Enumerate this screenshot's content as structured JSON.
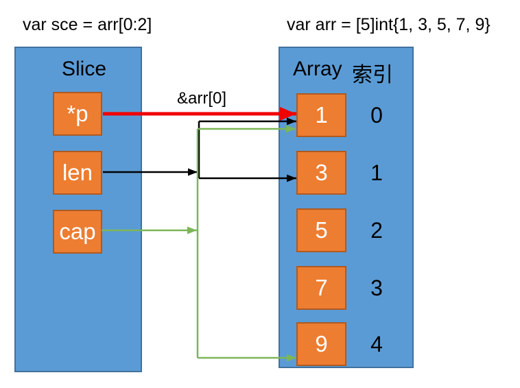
{
  "title_left": "var sce = arr[0:2]",
  "title_right": "var arr = [5]int{1, 3, 5, 7, 9}",
  "pointer_label": "&arr[0]",
  "slice": {
    "label": "Slice",
    "fields": [
      {
        "label": "*p"
      },
      {
        "label": "len"
      },
      {
        "label": "cap"
      }
    ]
  },
  "array": {
    "label": "Array",
    "index_label": "索引",
    "elements": [
      {
        "value": "1",
        "index": "0"
      },
      {
        "value": "3",
        "index": "1"
      },
      {
        "value": "5",
        "index": "2"
      },
      {
        "value": "7",
        "index": "3"
      },
      {
        "value": "9",
        "index": "4"
      }
    ]
  },
  "colors": {
    "panel_fill": "#5b9bd5",
    "panel_border": "#41719c",
    "box_fill": "#ed7d31",
    "box_border": "#ae5a21",
    "pointer_arrow": "#f10000",
    "len_arrow": "#000000",
    "cap_arrow": "#7cb656"
  }
}
